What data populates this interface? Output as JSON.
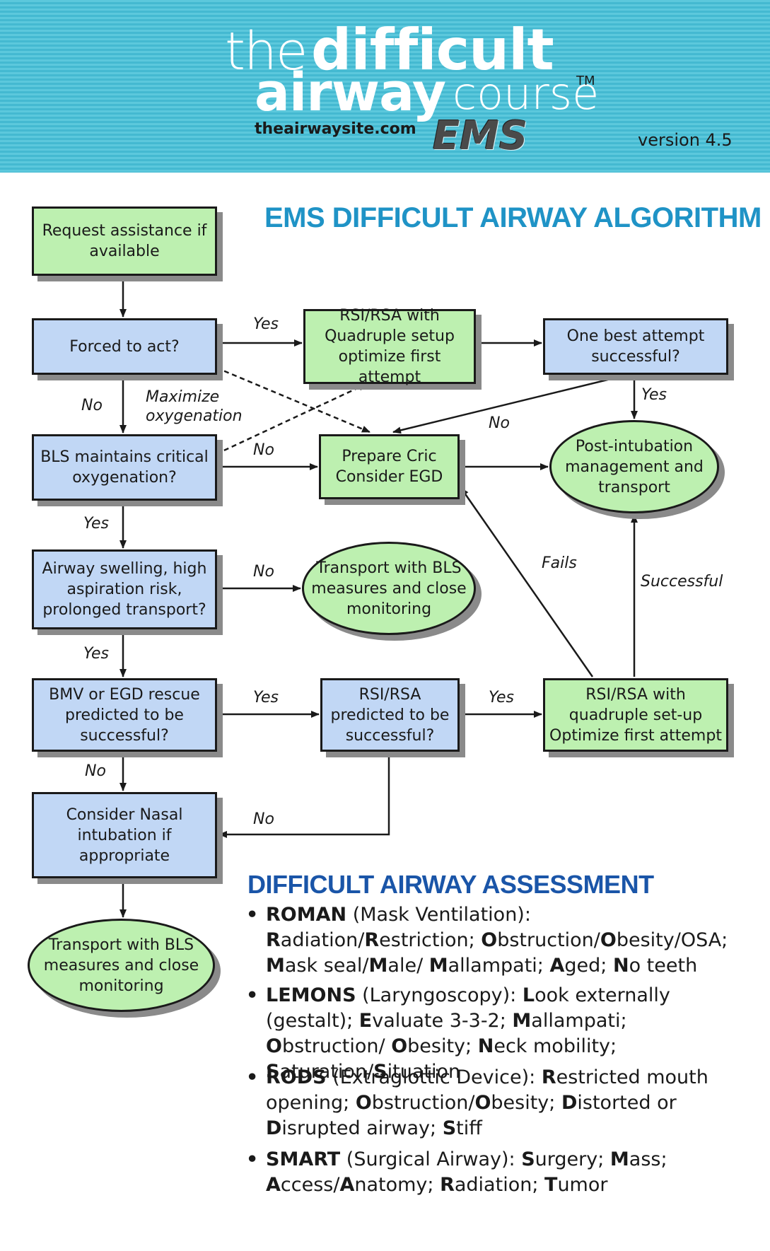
{
  "header": {
    "logo_the": "the",
    "logo_difficult": "difficult",
    "logo_airway": "airway",
    "logo_course": "course",
    "logo_tm": "TM",
    "website": "theairwaysite.com",
    "ems": "EMS",
    "version": "version 4.5",
    "background_color": "#4cbfd6"
  },
  "title": "EMS DIFFICULT AIRWAY ALGORITHM",
  "nodes": {
    "request_assistance": "Request assistance if available",
    "forced_to_act": "Forced to act?",
    "rsi_quadruple_top": "RSI/RSA with Quadruple setup optimize first attempt",
    "one_best_attempt": "One best attempt successful?",
    "bls_maintains": "BLS maintains critical oxygenation?",
    "prepare_cric": "Prepare Cric Consider EGD",
    "post_intubation": "Post-intubation management and transport",
    "airway_swelling": "Airway swelling, high aspiration risk, prolonged transport?",
    "transport_bls_mid": "Transport with BLS measures and close monitoring",
    "bmv_egd": "BMV or EGD rescue predicted to be successful?",
    "rsi_predicted": "RSI/RSA predicted to be successful?",
    "rsi_quadruple_bottom": "RSI/RSA with quadruple set-up Optimize first attempt",
    "consider_nasal": "Consider Nasal intubation if appropriate",
    "transport_bls_bottom": "Transport with BLS measures and close monitoring"
  },
  "edge_labels": {
    "yes_forced": "Yes",
    "no_forced": "No",
    "maximize": "Maximize oxygenation",
    "no_bls": "No",
    "yes_one_best": "Yes",
    "no_one_best": "No",
    "yes_bls": "Yes",
    "no_swelling": "No",
    "fails": "Fails",
    "successful": "Successful",
    "yes_swelling": "Yes",
    "yes_bmv": "Yes",
    "yes_rsi_predicted": "Yes",
    "no_bmv": "No",
    "no_rsi_predicted": "No"
  },
  "colors": {
    "question_box": "#c1d7f5",
    "action_box": "#bdf0b0",
    "title_blue": "#1f93c6",
    "assessment_blue": "#1a55a8"
  },
  "assessment": {
    "title": "DIFFICULT AIRWAY ASSESSMENT",
    "bullet_char": "•",
    "items": [
      {
        "name": "ROMAN",
        "html": "<b>ROMAN</b> (Mask Ventilation): <b>R</b>adiation/<b>R</b>estriction; <b>O</b>bstruction/<b>O</b>besity/OSA; <b>M</b>ask seal/<b>M</b>ale/ <b>M</b>allampati; <b>A</b>ged; <b>N</b>o teeth"
      },
      {
        "name": "LEMONS",
        "html": "<b>LEMONS</b> (Laryngoscopy): <b>L</b>ook externally (gestalt); <b>E</b>valuate 3-3-2; <b>M</b>allampati; <b>O</b>bstruction/ <b>O</b>besity; <b>N</b>eck mobility; <b>S</b>aturation/<b>S</b>ituation"
      },
      {
        "name": "RODS",
        "html": "<b>RODS</b> (Extraglottic Device): <b>R</b>estricted mouth opening; <b>O</b>bstruction/<b>O</b>besity; <b>D</b>istorted or <b>D</b>isrupted airway; <b>S</b>tiff"
      },
      {
        "name": "SMART",
        "html": "<b>SMART</b> (Surgical Airway): <b>S</b>urgery; <b>M</b>ass; <b>A</b>ccess/<b>A</b>natomy; <b>R</b>adiation; <b>T</b>umor"
      }
    ]
  }
}
